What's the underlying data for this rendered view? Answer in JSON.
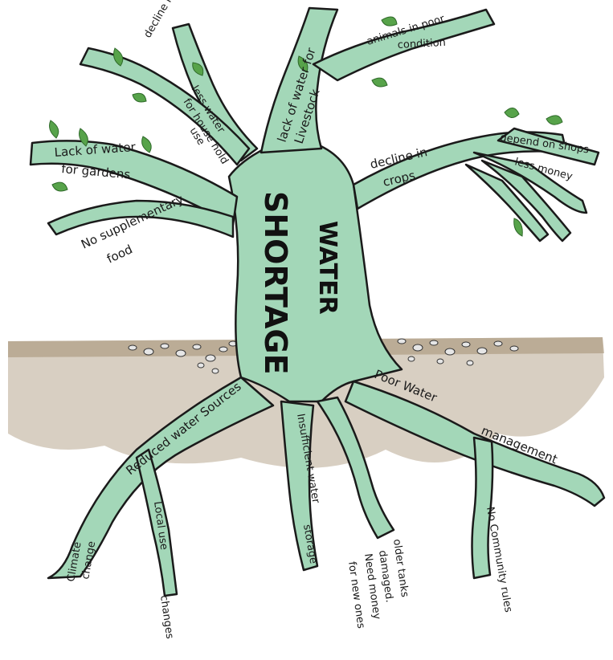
{
  "diagram": {
    "title_line1": "WATER",
    "title_line2": "SHORTAGE",
    "colors": {
      "trunk": "#a3d7b8",
      "outline": "#1a1a1a",
      "leaf": "#57a34a",
      "soil": "#b8a78f",
      "pebble": "#d9d9d9"
    },
    "effects": {
      "decline_in_health": "decline in health",
      "less_water_household_1": "less water",
      "less_water_household_2": "for house hold",
      "less_water_household_3": "use",
      "livestock_1": "lack of water for",
      "livestock_2": "Livestock",
      "animals_1": "animals in poor",
      "animals_2": "condition",
      "gardens_1": "Lack of water",
      "gardens_2": "for gardens",
      "supplementary_1": "No supplementary",
      "supplementary_2": "food",
      "crops_1": "decline in",
      "crops_2": "crops",
      "shops": "depend on shops",
      "money": "less money"
    },
    "causes": {
      "reduced_sources": "Reduced water Sources",
      "poor_management_1": "Poor Water",
      "poor_management_2": "management",
      "storage_1": "Insufficient water",
      "storage_2": "storage",
      "climate_1": "Climate",
      "climate_2": "change",
      "local_use_1": "Local use",
      "local_use_2": "changes",
      "tanks_1": "older tanks",
      "tanks_2": "damaged.",
      "tanks_3": "Need money",
      "tanks_4": "for new ones",
      "rules": "No Community rules"
    }
  }
}
